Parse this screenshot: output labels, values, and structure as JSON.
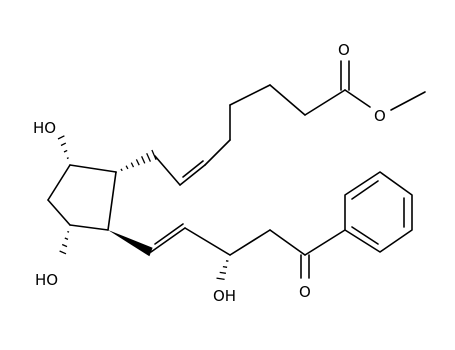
{
  "molecule": {
    "atoms": {
      "ester_carbonyl_o": "O",
      "ester_o": "O",
      "c9_oh": "HO",
      "c11_oh": "HO",
      "c15_oh": "OH",
      "c17_ketone_o": "O"
    }
  }
}
